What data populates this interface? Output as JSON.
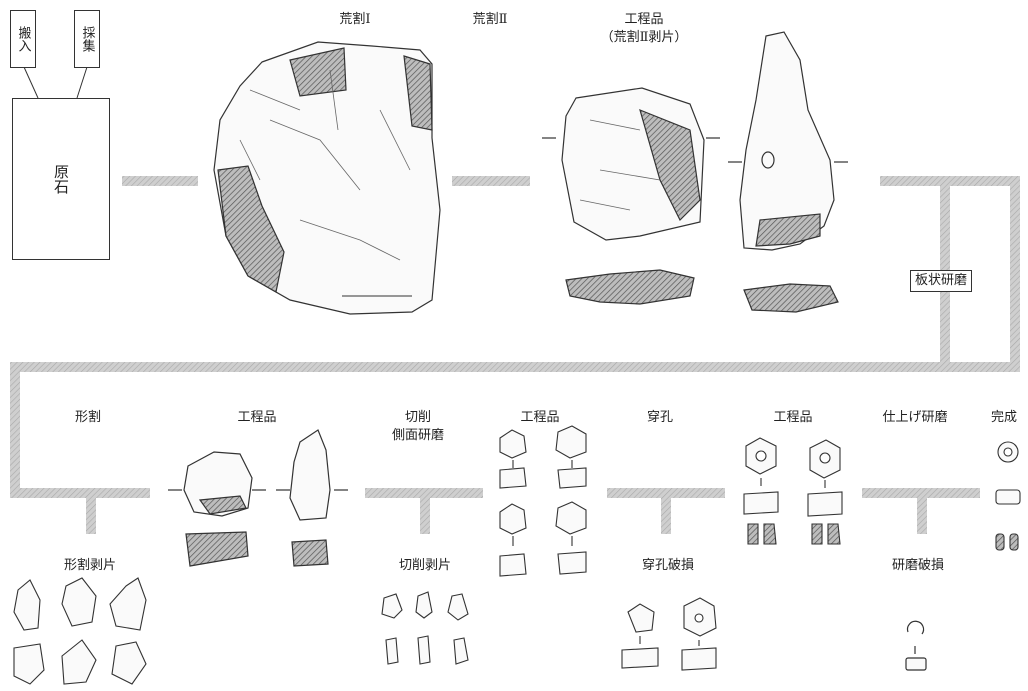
{
  "boxes": {
    "import": "搬入",
    "collect": "採集",
    "raw_stone": "原石",
    "plate_polish": "板状研磨"
  },
  "top_row": {
    "rough_split_1": "荒割Ⅰ",
    "rough_split_2": "荒割Ⅱ",
    "workpiece_title": "工程品",
    "workpiece_sub": "（荒割Ⅱ剥片）"
  },
  "bottom_row": {
    "shape_split": "形割",
    "workpiece_1": "工程品",
    "cut_line1": "切削",
    "cut_line2": "側面研磨",
    "workpiece_2": "工程品",
    "drilling": "穿孔",
    "workpiece_3": "工程品",
    "finish_polish": "仕上げ研磨",
    "complete": "完成"
  },
  "byproducts": {
    "shape_flakes": "形割剥片",
    "cut_flakes": "切削剥片",
    "drill_damage": "穿孔破損",
    "polish_damage": "研磨破損"
  },
  "colors": {
    "flow_band": "#c8c8c8",
    "section_hatch": "#8a8a8a",
    "line": "#333333"
  }
}
